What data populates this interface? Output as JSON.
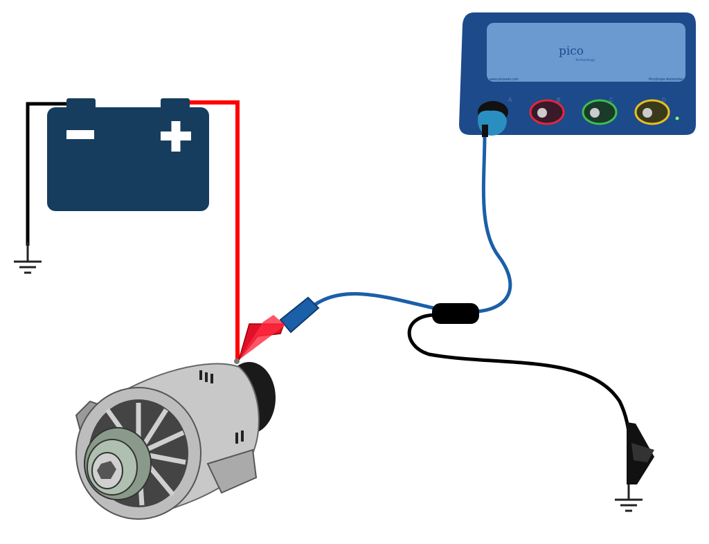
{
  "scope": {
    "brand": "pico",
    "subbrand": "Technology",
    "website": "www.picoauto.com",
    "product": "PicoScope Automotive",
    "channels": [
      "A",
      "B",
      "C",
      "D"
    ],
    "channel_colors": [
      "#2a8fc0",
      "#e0283c",
      "#3fbf4a",
      "#e8c020"
    ]
  },
  "colors": {
    "battery": "#173d5e",
    "positive_wire": "#ff0000",
    "negative_wire": "#000000",
    "probe_cable": "#1b5fa8"
  }
}
